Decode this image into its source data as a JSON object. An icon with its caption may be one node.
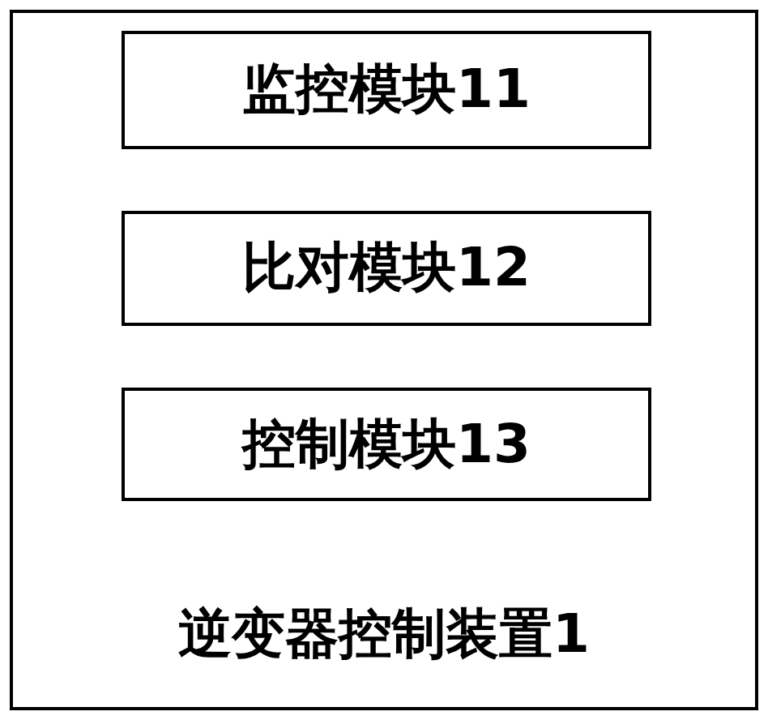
{
  "diagram": {
    "nodes": [
      {
        "text": [
          "逆变器控制装置1"
        ]
      },
      {
        "text": [
          "监控模块11"
        ],
        "in": 0
      },
      {
        "text": [
          "比对模块12"
        ],
        "in": 0
      },
      {
        "text": [
          "控制模块13"
        ],
        "in": 0
      }
    ]
  }
}
